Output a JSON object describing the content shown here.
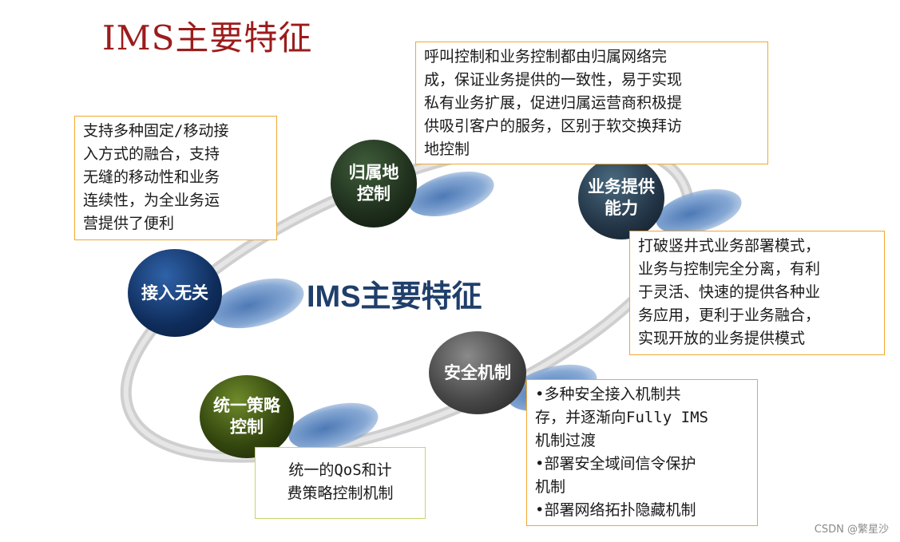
{
  "title": "IMS主要特征",
  "center_title": "IMS主要特征",
  "nodes": {
    "access": {
      "label": "接入无关"
    },
    "home": {
      "line1": "归属地",
      "line2": "控制"
    },
    "service": {
      "line1": "业务提供",
      "line2": "能力"
    },
    "security": {
      "label": "安全机制"
    },
    "policy": {
      "line1": "统一策略",
      "line2": "控制"
    }
  },
  "boxes": {
    "access": [
      "支持多种固定/移动接",
      "入方式的融合，支持",
      "无缝的移动性和业务",
      "连续性，为全业务运",
      "营提供了便利"
    ],
    "home": [
      "呼叫控制和业务控制都由归属网络完",
      "成，保证业务提供的一致性，易于实现",
      "私有业务扩展，促进归属运营商积极提",
      "供吸引客户的服务，区别于软交换拜访",
      "地控制"
    ],
    "service": [
      "打破竖井式业务部署模式，",
      "业务与控制完全分离，有利",
      "于灵活、快速的提供各种业",
      "务应用，更利于业务融合，",
      "实现开放的业务提供模式"
    ],
    "security": [
      "•多种安全接入机制共",
      "存，并逐渐向Fully IMS",
      "机制过渡",
      "•部署安全域间信令保护",
      "机制",
      "•部署网络拓扑隐藏机制"
    ],
    "policy": [
      "统一的QoS和计",
      "费策略控制机制"
    ]
  },
  "watermark": "CSDN @繁星沙",
  "colors": {
    "title": "#9c1c1c",
    "center_title": "#1f3f6b",
    "box_border": "#f0a830",
    "policy_border": "#c8d46a",
    "ring": "#c9c9c9"
  }
}
